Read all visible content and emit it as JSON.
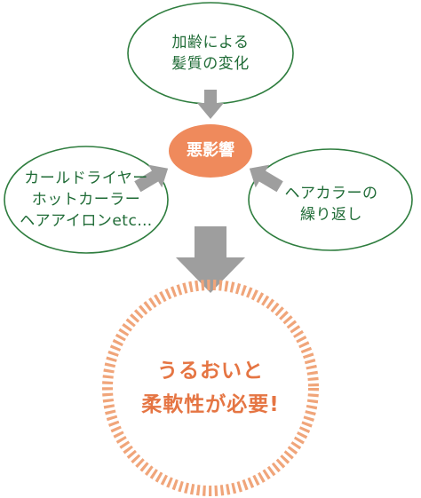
{
  "diagram": {
    "causes": {
      "top": {
        "lines": [
          "加齢による",
          "髪質の変化"
        ]
      },
      "left": {
        "lines": [
          "カールドライヤー",
          "ホットカーラー",
          "ヘアアイロンetc…"
        ]
      },
      "right": {
        "lines": [
          "ヘアカラーの",
          "繰り返し"
        ]
      }
    },
    "center": {
      "label": "悪影響"
    },
    "result": {
      "lines": [
        "うるおいと",
        "柔軟性が必要!"
      ]
    },
    "colors": {
      "ellipse_border": "#2e7d3e",
      "text_green": "#1f6b36",
      "center_fill": "#ef8a5c",
      "arrow": "#9e9e9e",
      "result_ring": "#f0a57a",
      "result_text": "#e57543"
    }
  }
}
